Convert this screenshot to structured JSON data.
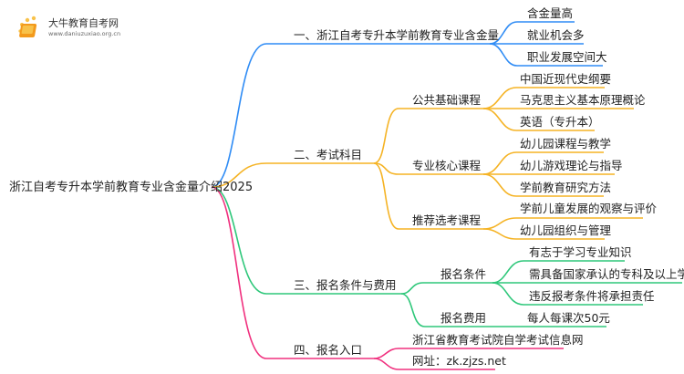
{
  "logo": {
    "title": "大牛教育自考网",
    "url": "www.daniuzuxiao.org.cn"
  },
  "root": "浙江自考专升本学前教育专业含金量介绍2025",
  "colors": {
    "blue": "#2f8cf5",
    "orange": "#f5b324",
    "green": "#2ec77a",
    "pink": "#f0307e"
  },
  "branches": [
    {
      "label": "一、浙江自考专升本学前教育专业含金量",
      "children": [
        "含金量高",
        "就业机会多",
        "职业发展空间大"
      ]
    },
    {
      "label": "二、考试科目",
      "groups": [
        {
          "label": "公共基础课程",
          "children": [
            "中国近现代史纲要",
            "马克思主义基本原理概论",
            "英语（专升本）"
          ]
        },
        {
          "label": "专业核心课程",
          "children": [
            "幼儿园课程与教学",
            "幼儿游戏理论与指导",
            "学前教育研究方法"
          ]
        },
        {
          "label": "推荐选考课程",
          "children": [
            "学前儿童发展的观察与评价",
            "幼儿园组织与管理"
          ]
        }
      ]
    },
    {
      "label": "三、报名条件与费用",
      "groups": [
        {
          "label": "报名条件",
          "children": [
            "有志于学习专业知识",
            "需具备国家承认的专科及以上学历",
            "违反报考条件将承担责任"
          ]
        },
        {
          "label": "报名费用",
          "children": [
            "每人每课次50元"
          ]
        }
      ]
    },
    {
      "label": "四、报名入口",
      "children": [
        "浙江省教育考试院自学考试信息网",
        "网址：zk.zjzs.net"
      ]
    }
  ]
}
